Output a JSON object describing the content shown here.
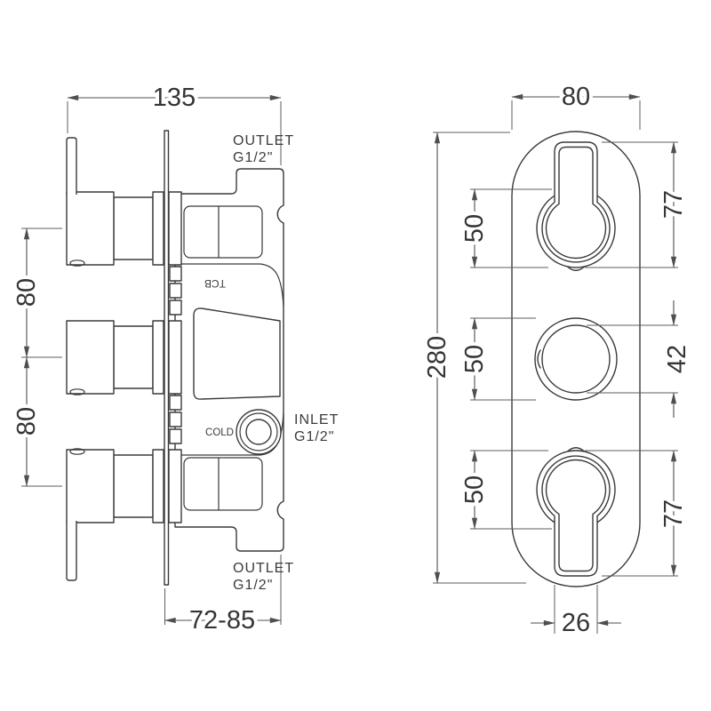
{
  "side_view": {
    "dim_depth": "135",
    "dim_handle_spacing_top": "80",
    "dim_handle_spacing_bottom": "80",
    "dim_wall_depth": "72-85",
    "outlet_top_line1": "OUTLET",
    "outlet_top_line2": "G1/2\"",
    "inlet_line1": "INLET",
    "inlet_line2": "G1/2\"",
    "outlet_bottom_line1": "OUTLET",
    "outlet_bottom_line2": "G1/2\"",
    "label_cold": "COLD",
    "label_brand": "TCB"
  },
  "front_view": {
    "dim_plate_width": "80",
    "dim_plate_height": "280",
    "dim_trim_top": "50",
    "dim_trim_mid": "50",
    "dim_trim_bottom": "50",
    "dim_escutcheon_top": "77",
    "dim_knob_mid": "42",
    "dim_escutcheon_bottom": "77",
    "dim_slot_width": "26"
  },
  "colors": {
    "line": "#3a3a3a",
    "dimension": "#4f4f4f",
    "background": "#ffffff"
  }
}
